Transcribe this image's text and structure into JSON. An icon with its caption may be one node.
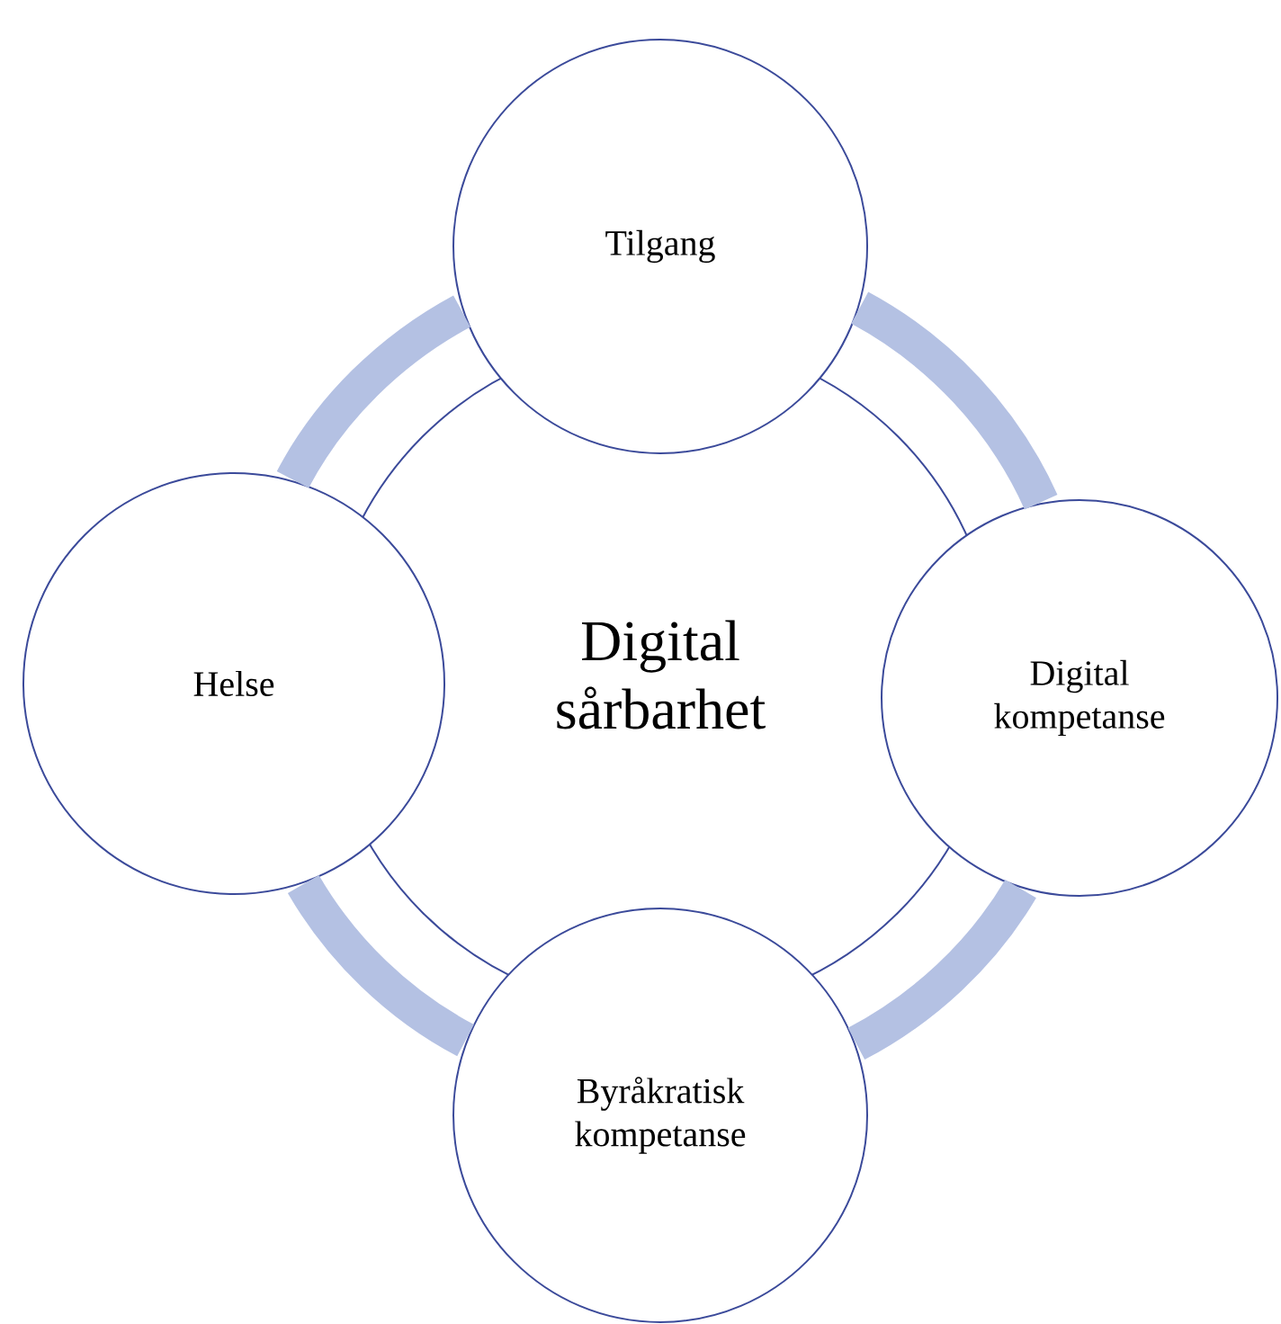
{
  "diagram": {
    "nodes": [
      {
        "text": [
          "Tilgang"
        ]
      },
      {
        "text": [
          "Helse"
        ]
      },
      {
        "text": [
          "Digital sårbarhet"
        ]
      },
      {
        "text": [
          "Digital kompetanse"
        ]
      },
      {
        "text": [
          "Byråkratisk kompetanse"
        ]
      }
    ],
    "edges": [
      {
        "from": 0,
        "to": 3,
        "arrow": "none"
      },
      {
        "from": 3,
        "to": 4,
        "arrow": "none"
      },
      {
        "from": 4,
        "to": 1,
        "arrow": "none"
      },
      {
        "from": 1,
        "to": 0,
        "arrow": "none"
      }
    ]
  }
}
